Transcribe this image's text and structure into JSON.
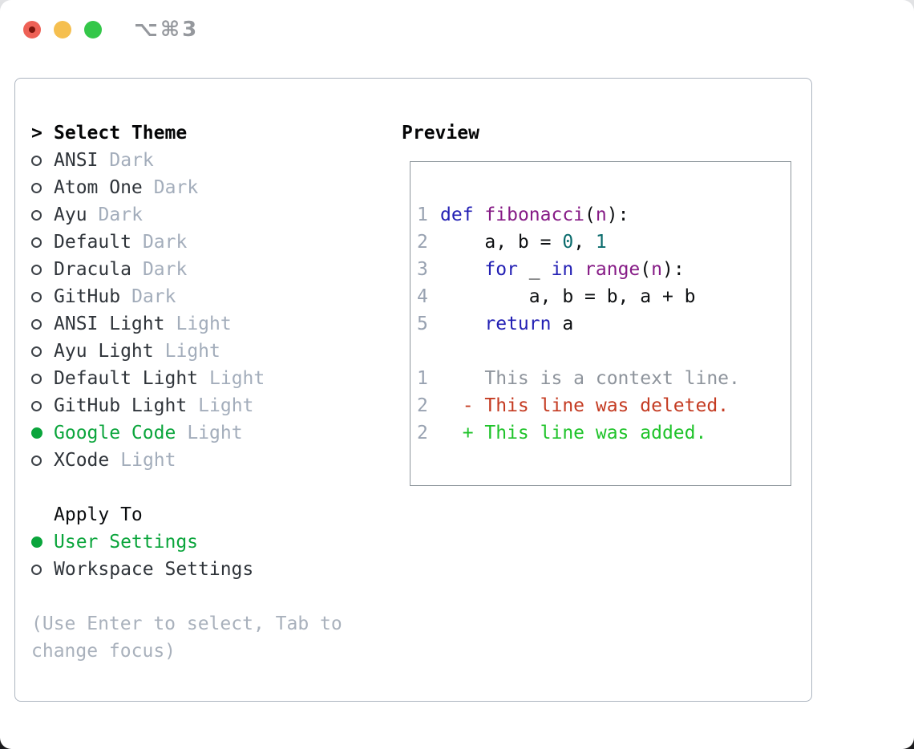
{
  "window": {
    "title": "⌥⌘3",
    "traffic_lights": {
      "close_color": "#ee6156",
      "minimize_color": "#f5bf4f",
      "zoom_color": "#34c749"
    }
  },
  "theme_menu": {
    "prompt": ">",
    "title": "Select Theme",
    "items": [
      {
        "name": "ANSI",
        "variant": "Dark",
        "selected": false
      },
      {
        "name": "Atom One",
        "variant": "Dark",
        "selected": false
      },
      {
        "name": "Ayu",
        "variant": "Dark",
        "selected": false
      },
      {
        "name": "Default",
        "variant": "Dark",
        "selected": false
      },
      {
        "name": "Dracula",
        "variant": "Dark",
        "selected": false
      },
      {
        "name": "GitHub",
        "variant": "Dark",
        "selected": false
      },
      {
        "name": "ANSI Light",
        "variant": "Light",
        "selected": false
      },
      {
        "name": "Ayu Light",
        "variant": "Light",
        "selected": false
      },
      {
        "name": "Default Light",
        "variant": "Light",
        "selected": false
      },
      {
        "name": "GitHub Light",
        "variant": "Light",
        "selected": false
      },
      {
        "name": "Google Code",
        "variant": "Light",
        "selected": true
      },
      {
        "name": "XCode",
        "variant": "Light",
        "selected": false
      }
    ],
    "apply_to": {
      "title": "Apply To",
      "options": [
        {
          "label": "User Settings",
          "selected": true
        },
        {
          "label": "Workspace Settings",
          "selected": false
        }
      ]
    },
    "hint_lines": [
      "(Use Enter to select, Tab to",
      "change focus)"
    ]
  },
  "preview": {
    "title": "Preview",
    "code_lines": [
      {
        "num": "1",
        "tokens": [
          {
            "t": "def",
            "c": "kw"
          },
          {
            "t": " ",
            "c": "pl"
          },
          {
            "t": "fibonacci",
            "c": "fn"
          },
          {
            "t": "(",
            "c": "pl"
          },
          {
            "t": "n",
            "c": "fn"
          },
          {
            "t": "):",
            "c": "pl"
          }
        ]
      },
      {
        "num": "2",
        "tokens": [
          {
            "t": "    a, b = ",
            "c": "pl"
          },
          {
            "t": "0",
            "c": "num"
          },
          {
            "t": ", ",
            "c": "pl"
          },
          {
            "t": "1",
            "c": "num"
          }
        ]
      },
      {
        "num": "3",
        "tokens": [
          {
            "t": "    ",
            "c": "pl"
          },
          {
            "t": "for",
            "c": "kw"
          },
          {
            "t": " _ ",
            "c": "pl"
          },
          {
            "t": "in",
            "c": "kw"
          },
          {
            "t": " ",
            "c": "pl"
          },
          {
            "t": "range",
            "c": "fn"
          },
          {
            "t": "(",
            "c": "pl"
          },
          {
            "t": "n",
            "c": "fn"
          },
          {
            "t": "):",
            "c": "pl"
          }
        ]
      },
      {
        "num": "4",
        "tokens": [
          {
            "t": "        a, b = b, a + b",
            "c": "pl"
          }
        ]
      },
      {
        "num": "5",
        "tokens": [
          {
            "t": "    ",
            "c": "pl"
          },
          {
            "t": "return",
            "c": "kw"
          },
          {
            "t": " a",
            "c": "pl"
          }
        ]
      },
      {
        "num": "",
        "tokens": []
      },
      {
        "num": "1",
        "tokens": [
          {
            "t": "    This is a context line.",
            "c": "ctx"
          }
        ]
      },
      {
        "num": "2",
        "tokens": [
          {
            "t": "  - This line was deleted.",
            "c": "del"
          }
        ]
      },
      {
        "num": "2",
        "tokens": [
          {
            "t": "  + This line was added.",
            "c": "add"
          }
        ]
      }
    ]
  },
  "colors": {
    "selected_green": "#0ba53c",
    "added_green": "#1fc32a",
    "deleted_red": "#c43b22",
    "keyword_blue": "#2320b4",
    "function_purple": "#861b86",
    "literal_teal": "#0b6c6d",
    "muted_gray": "#a3adbb",
    "line_number_gray": "#98a2b1",
    "hint_gray": "#a9b1bc",
    "panel_border": "#adb5c0",
    "preview_border": "#8e969c"
  }
}
